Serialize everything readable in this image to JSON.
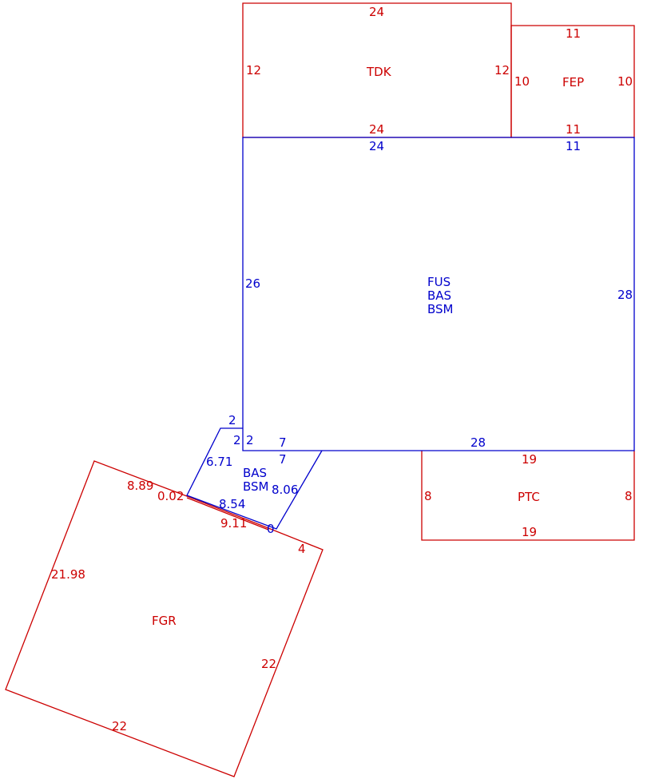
{
  "colors": {
    "red": "#cc0000",
    "blue": "#0000cc",
    "background": "#ffffff"
  },
  "areas": {
    "tdk": {
      "label": "TDK",
      "top": "24",
      "bottom": "24",
      "left": "12",
      "right": "12"
    },
    "fep": {
      "label": "FEP",
      "top": "11",
      "bottom": "11",
      "left": "10",
      "right": "10"
    },
    "main": {
      "labels": [
        "FUS",
        "BAS",
        "BSM"
      ],
      "top_left": "24",
      "top_right": "11",
      "left": "26",
      "right": "28",
      "bottom": "28"
    },
    "bay": {
      "labels": [
        "BAS",
        "BSM"
      ],
      "step_top": "2",
      "step_side": "2",
      "inner_side": "2",
      "top_seven": "7",
      "inner_seven": "7",
      "left_diag": "6.71",
      "right_diag": "8.06",
      "bottom": "8.54",
      "zero": "0"
    },
    "ptc": {
      "label": "PTC",
      "top": "19",
      "bottom": "19",
      "left": "8",
      "right": "8"
    },
    "fgr": {
      "label": "FGR",
      "top_left": "8.89",
      "small": "0.02",
      "top_mid": "9.11",
      "top_end": "4",
      "left": "21.98",
      "right": "22",
      "bottom": "22"
    }
  }
}
